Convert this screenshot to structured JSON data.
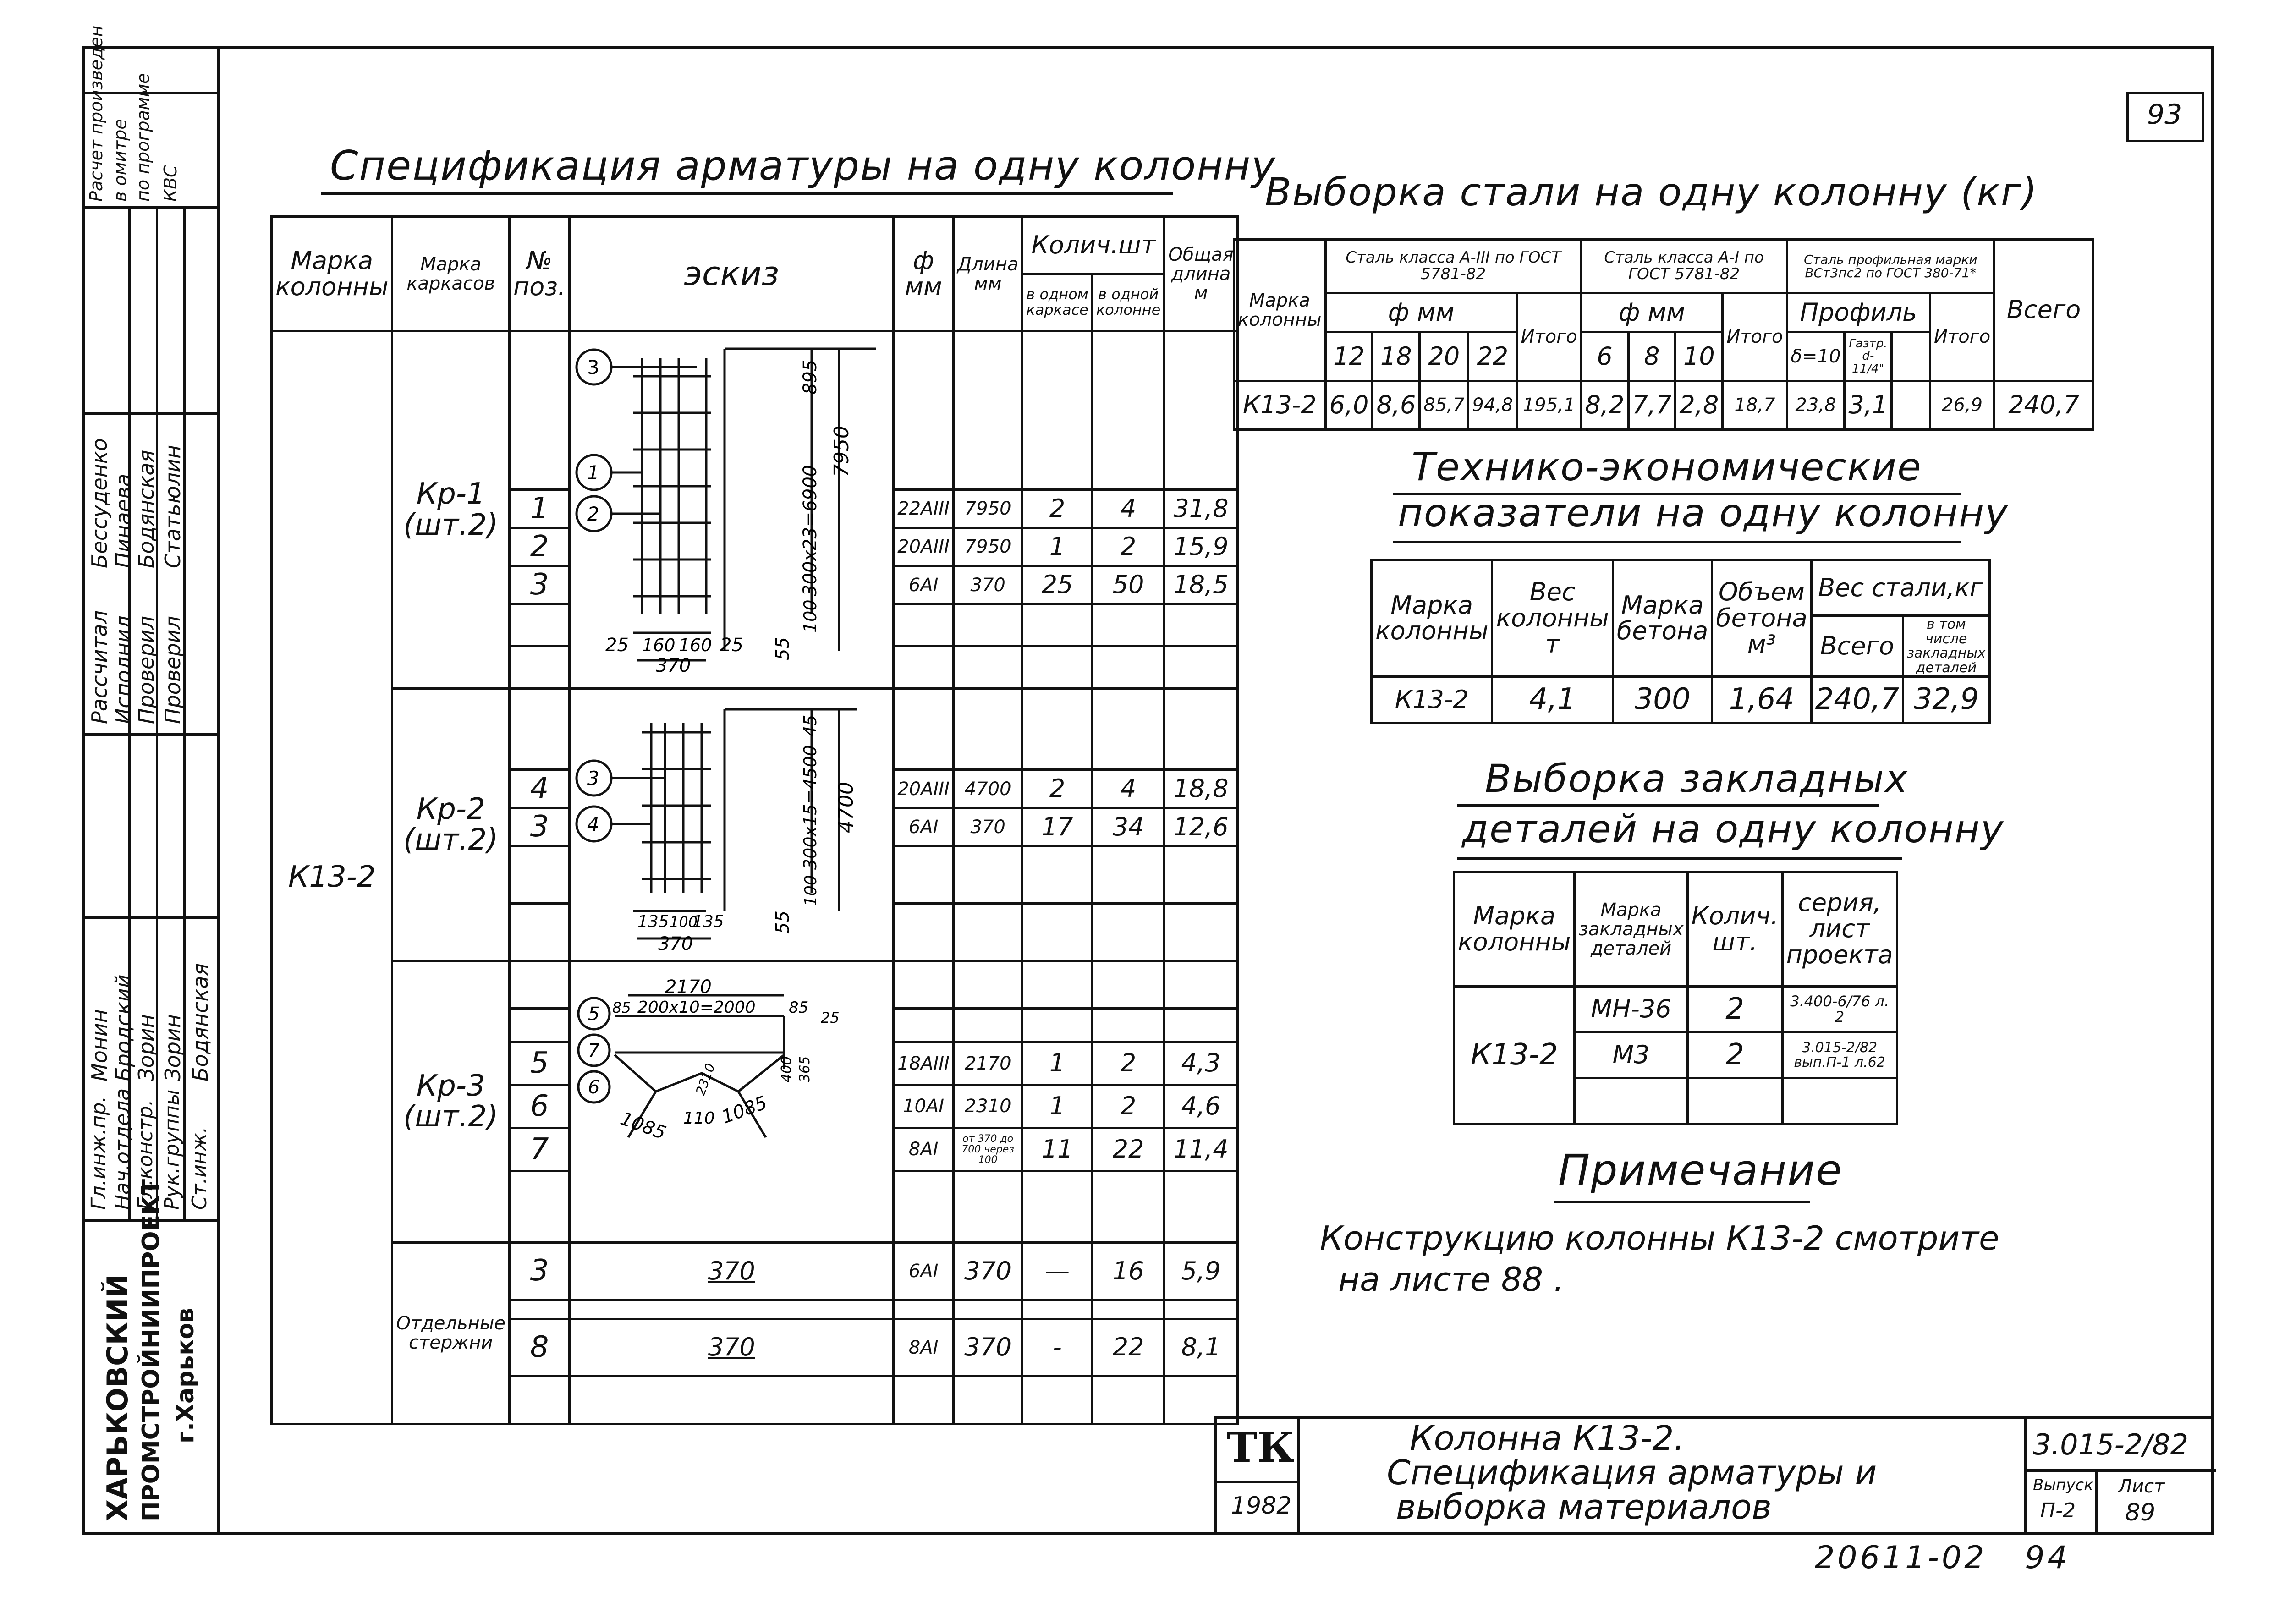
{
  "sheet_corner": "93",
  "footer_code": "20611-02   94",
  "titles": {
    "spec": "Спецификация арматуры на одну колонну",
    "steel": "Выборка стали на одну колонну (кг)",
    "tech1": "Технико-экономические",
    "tech2": "показатели на одну колонну",
    "emb1": "Выборка закладных",
    "emb2": "деталей на одну колонну",
    "note_title": "Примечание",
    "note_line1": "Конструкцию колонны К13-2 смотрите",
    "note_line2": "на листе 88 ."
  },
  "spec": {
    "headers": {
      "col_mark": "Марка колонны",
      "frame_mark": "Марка каркасов",
      "pos": "№ поз.",
      "sketch": "эскиз",
      "dia": "ф мм",
      "length": "Длина мм",
      "qty": "Колич.шт",
      "qty_frame": "в одном каркасе",
      "qty_col": "в одной колонне",
      "total_len": "Общая длина м"
    },
    "column": "К13-2",
    "groups": [
      {
        "frame": "Кр-1",
        "count": "(шт.2)",
        "rows": [
          {
            "pos": "1",
            "dia": "22АIII",
            "len": "7950",
            "qf": "2",
            "qc": "4",
            "tot": "31,8"
          },
          {
            "pos": "2",
            "dia": "20АIII",
            "len": "7950",
            "qf": "1",
            "qc": "2",
            "tot": "15,9"
          },
          {
            "pos": "3",
            "dia": "6АI",
            "len": "370",
            "qf": "25",
            "qc": "50",
            "tot": "18,5"
          }
        ]
      },
      {
        "frame": "Кр-2",
        "count": "(шт.2)",
        "rows": [
          {
            "pos": "4",
            "dia": "20АIII",
            "len": "4700",
            "qf": "2",
            "qc": "4",
            "tot": "18,8"
          },
          {
            "pos": "3",
            "dia": "6АI",
            "len": "370",
            "qf": "17",
            "qc": "34",
            "tot": "12,6"
          }
        ]
      },
      {
        "frame": "Кр-3",
        "count": "(шт.2)",
        "rows": [
          {
            "pos": "5",
            "dia": "18АIII",
            "len": "2170",
            "qf": "1",
            "qc": "2",
            "tot": "4,3"
          },
          {
            "pos": "6",
            "dia": "10АI",
            "len": "2310",
            "qf": "1",
            "qc": "2",
            "tot": "4,6"
          },
          {
            "pos": "7",
            "dia": "8АI",
            "len": "от 370 до 700 через 100",
            "qf": "11",
            "qc": "22",
            "tot": "11,4"
          }
        ]
      },
      {
        "frame": "Отдельные стержни",
        "count": "",
        "rows": [
          {
            "pos": "3",
            "sketch": "370",
            "dia": "6АI",
            "len": "370",
            "qf": "—",
            "qc": "16",
            "tot": "5,9"
          },
          {
            "pos": "8",
            "sketch": "370",
            "dia": "8АI",
            "len": "370",
            "qf": "-",
            "qc": "22",
            "tot": "8,1"
          }
        ]
      }
    ],
    "sketch_labels": {
      "s1_dim1": "300x23=6900",
      "s1_dim2": "7950",
      "s1_top": "895",
      "s1_bot": "100",
      "s1_w": "370",
      "s1_a": "25",
      "s1_b": "160",
      "s1_c": "160",
      "s1_d": "25",
      "s1_e": "55",
      "s2_dim1": "300x15=4500",
      "s2_dim2": "4700",
      "s2_top": "45",
      "s2_bot": "100",
      "s2_a": "135",
      "s2_b": "100",
      "s2_c": "135",
      "s2_w": "370",
      "s2_e": "55",
      "s3_top": "2170",
      "s3_mid": "200x10=2000",
      "s3_l": "85",
      "s3_r": "85",
      "s3_h": "400",
      "s3_h2": "365",
      "s3_x": "25",
      "s3_a": "1085",
      "s3_b": "110",
      "s3_c": "1085",
      "s3_d": "2310"
    }
  },
  "steel": {
    "h_mark": "Марка колонны",
    "h_a3": "Сталь класса А-III по ГОСТ 5781-82",
    "h_a1": "Сталь класса А-I по ГОСТ 5781-82",
    "h_prof": "Сталь профильная марки ВСт3пс2 по ГОСТ 380-71*",
    "h_fmm": "ф мм",
    "h_profil": "Профиль",
    "d1": [
      "12",
      "18",
      "20",
      "22",
      "Итого"
    ],
    "d2": [
      "6",
      "8",
      "10",
      "Итого"
    ],
    "d3": [
      "δ=10",
      "Газтр. d-11/4\"",
      "",
      "Итого"
    ],
    "h_all": "Всего",
    "row": [
      "К13-2",
      "6,0",
      "8,6",
      "85,7",
      "94,8",
      "195,1",
      "8,2",
      "7,7",
      "2,8",
      "18,7",
      "23,8",
      "3,1",
      "",
      "26,9",
      "240,7"
    ]
  },
  "tech": {
    "h": [
      "Марка колонны",
      "Вес колонны т",
      "Марка бетона",
      "Объем бетона м³",
      "Вес стали,кг"
    ],
    "h_all": "Всего",
    "h_emb": "в том числе закладных деталей",
    "row": [
      "К13-2",
      "4,1",
      "300",
      "1,64",
      "240,7",
      "32,9"
    ]
  },
  "emb": {
    "h": [
      "Марка колонны",
      "Марка закладных деталей",
      "Колич. шт.",
      "серия, лист проекта"
    ],
    "col": "К13-2",
    "rows": [
      {
        "mark": "МН-36",
        "qty": "2",
        "ref": "3.400-6/76 л. 2"
      },
      {
        "mark": "М3",
        "qty": "2",
        "ref": "3.015-2/82 вып.П-1 л.62"
      }
    ]
  },
  "stamp": {
    "tk": "ТК",
    "year": "1982",
    "t1": "Колонна К13-2.",
    "t2": "Спецификация арматуры и",
    "t3": "выборка материалов",
    "code": "3.015-2/82",
    "vyp_lbl": "Выпуск",
    "vyp": "П-2",
    "list_lbl": "Лист",
    "list": "89"
  },
  "sidebar": {
    "org1": "ХАРЬКОВСКИЙ",
    "org2": "ПРОМСТРОЙНИИПРОЕКТ",
    "org3": "г.Харьков",
    "roles": [
      "Гл.инж.пр.",
      "Нач.отдела",
      "Гл.констр.",
      "Рук.группы",
      "Ст.инж."
    ],
    "names": [
      "Монин",
      "Бродский",
      "Зорин",
      "Зорин",
      "Бодянская"
    ],
    "roles2": [
      "Рассчитал",
      "Исполнил",
      "Проверил",
      "Проверил"
    ],
    "names2": [
      "Бессуденко",
      "Пинаева",
      "Бодянская",
      "Статьюлин"
    ],
    "top": [
      "Расчет произведен",
      "в омитре",
      "по программе",
      "КВС"
    ]
  }
}
